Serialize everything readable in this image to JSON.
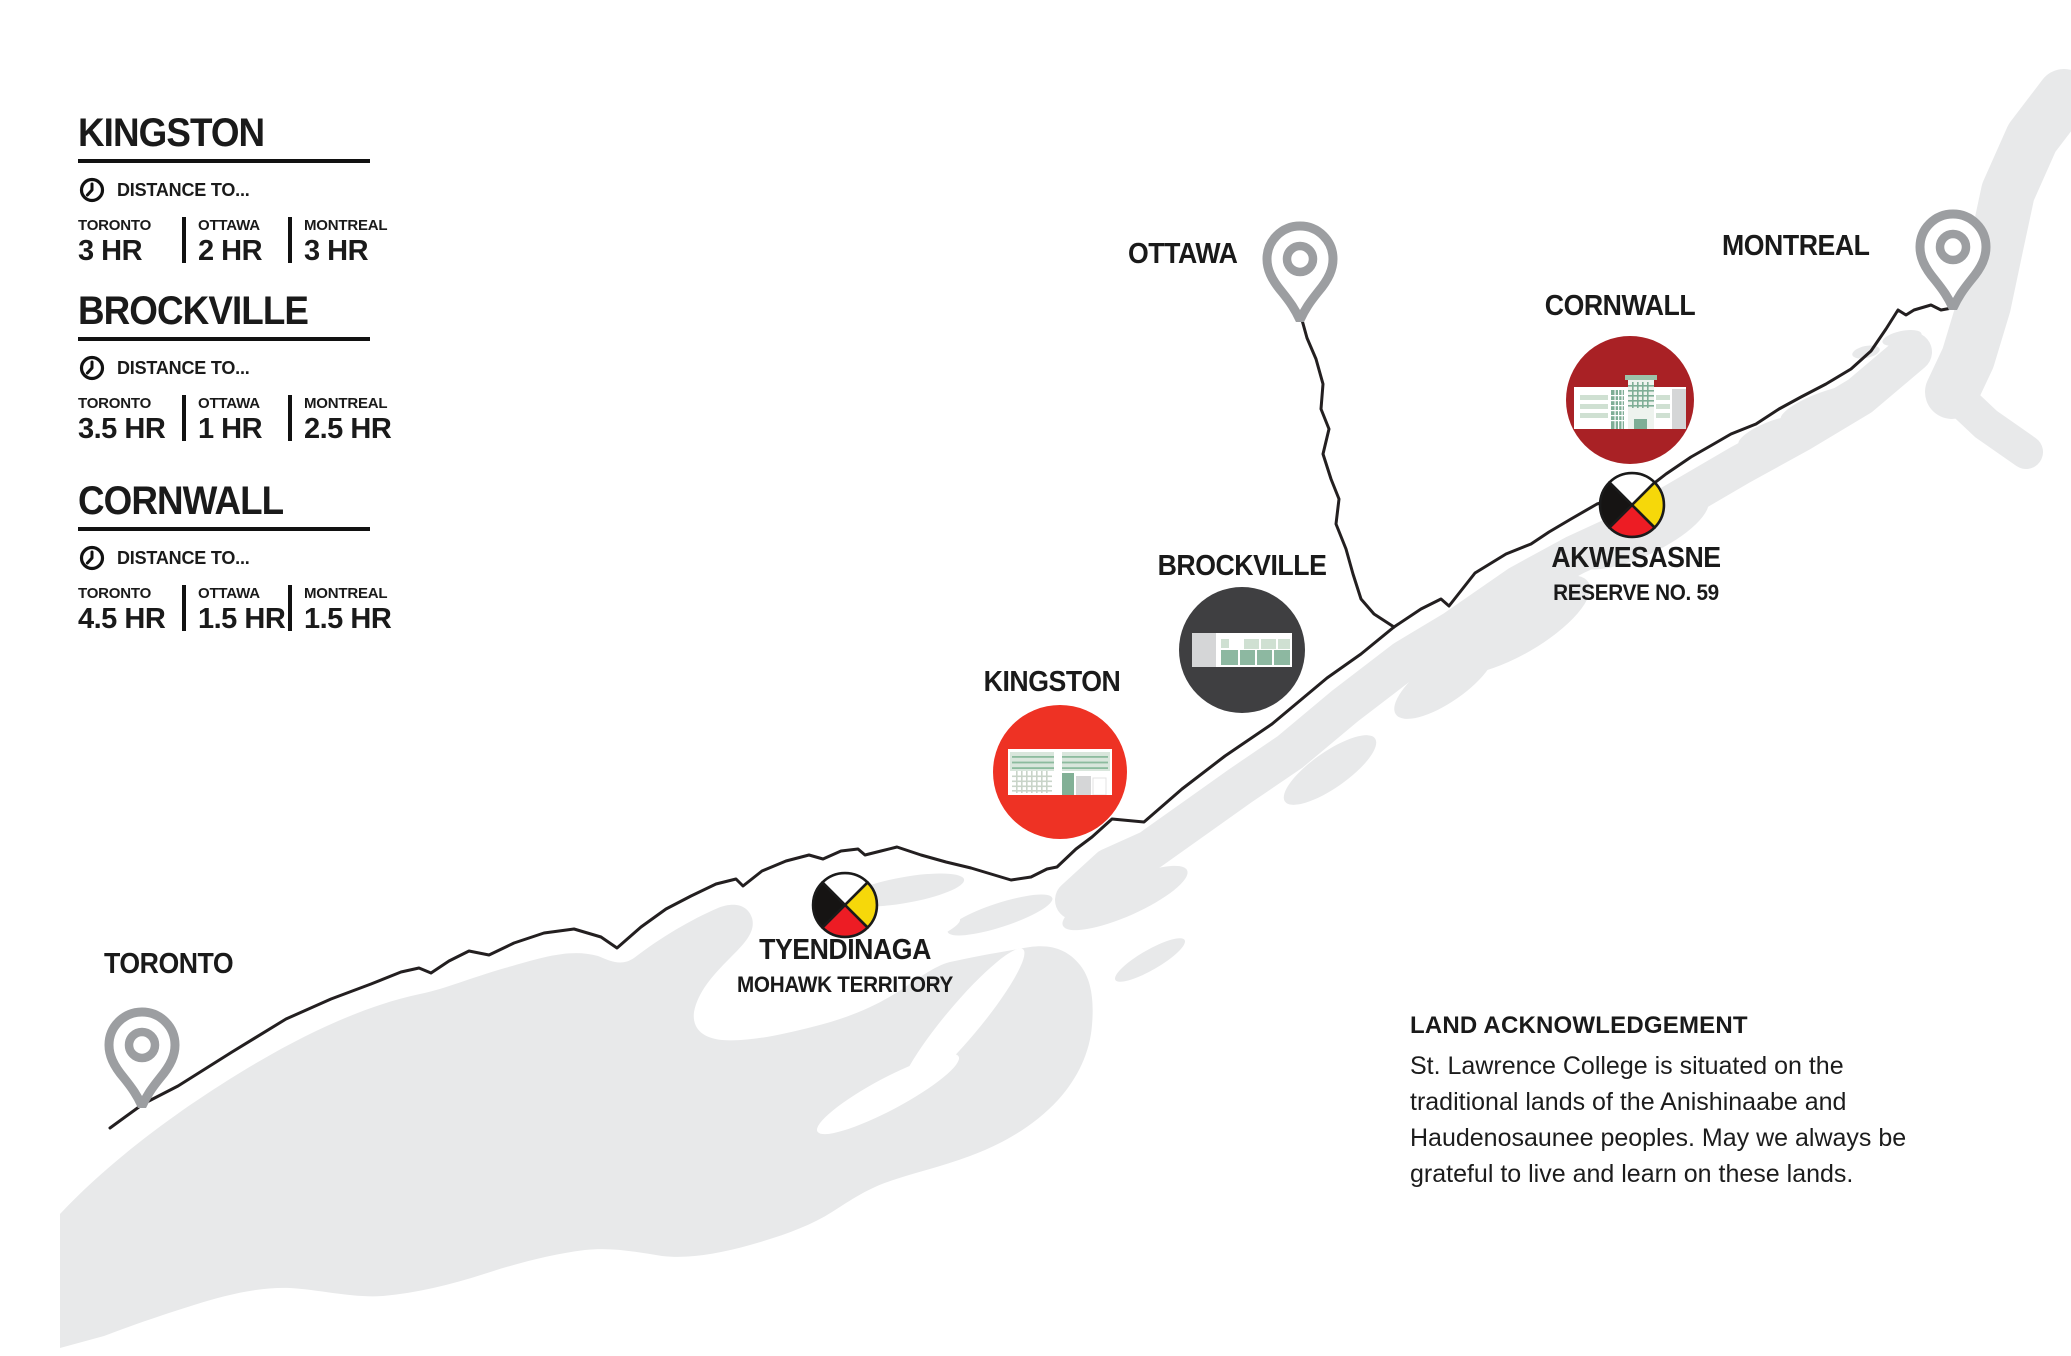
{
  "panels": [
    {
      "title": "KINGSTON",
      "heading": "DISTANCE TO...",
      "distances": [
        {
          "city": "TORONTO",
          "time": "3 HR"
        },
        {
          "city": "OTTAWA",
          "time": "2 HR"
        },
        {
          "city": "MONTREAL",
          "time": "3 HR"
        }
      ]
    },
    {
      "title": "BROCKVILLE",
      "heading": "DISTANCE TO...",
      "distances": [
        {
          "city": "TORONTO",
          "time": "3.5 HR"
        },
        {
          "city": "OTTAWA",
          "time": "1 HR"
        },
        {
          "city": "MONTREAL",
          "time": "2.5 HR"
        }
      ]
    },
    {
      "title": "CORNWALL",
      "heading": "DISTANCE TO...",
      "distances": [
        {
          "city": "TORONTO",
          "time": "4.5 HR"
        },
        {
          "city": "OTTAWA",
          "time": "1.5 HR"
        },
        {
          "city": "MONTREAL",
          "time": "1.5 HR"
        }
      ]
    }
  ],
  "map": {
    "cities": [
      {
        "name": "TORONTO"
      },
      {
        "name": "OTTAWA"
      },
      {
        "name": "MONTREAL"
      }
    ],
    "campuses": [
      {
        "name": "KINGSTON",
        "color": "#ee3224"
      },
      {
        "name": "BROCKVILLE",
        "color": "#3f3f41"
      },
      {
        "name": "CORNWALL",
        "color": "#a92125"
      }
    ],
    "territories": [
      {
        "name": "TYENDINAGA",
        "subtitle": "MOHAWK TERRITORY"
      },
      {
        "name": "AKWESASNE",
        "subtitle": "RESERVE NO. 59"
      }
    ]
  },
  "land_acknowledgement": {
    "title": "LAND ACKNOWLEDGEMENT",
    "body": "St. Lawrence College is situated on the traditional lands of the Anishinaabe and Haudenosaunee peoples. May we always be grateful to live and learn on these lands."
  },
  "colors": {
    "campus_kingston": "#ee3224",
    "campus_brockville": "#3f3f41",
    "campus_cornwall": "#a92125",
    "pin_gray": "#9c9ea1",
    "water": "#e8e9ea",
    "route": "#231f20",
    "wheel_yellow": "#f6d80a",
    "wheel_red": "#ed1c24",
    "wheel_black": "#161413"
  },
  "icons": [
    "clock-icon",
    "map-pin-icon",
    "medicine-wheel-icon",
    "campus-building-icon"
  ]
}
